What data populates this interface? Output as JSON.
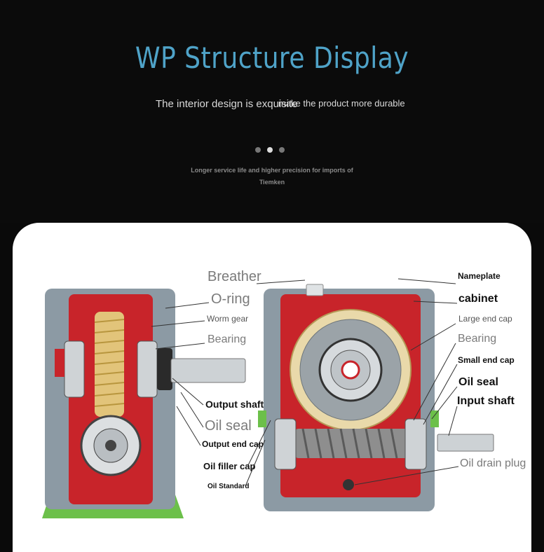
{
  "header": {
    "title": "WP Structure Display",
    "subtitle_left": "The interior design is exquisite",
    "subtitle_right": "make the product more durable",
    "tagline_line1": "Longer service life and higher precision for imports of",
    "tagline_line2": "Tiemken",
    "carousel_dots": 3,
    "active_dot": 1
  },
  "labels": {
    "breather": "Breather",
    "o_ring": "O-ring",
    "worm_gear": "Worm gear",
    "bearing_left": "Bearing",
    "output_shaft": "Output shaft",
    "oil_seal_left": "Oil seal",
    "output_end_cap": "Output end cap",
    "oil_filler_cap": "Oil filler cap",
    "oil_standard": "Oil Standard",
    "nameplate": "Nameplate",
    "cabinet": "cabinet",
    "large_end_cap": "Large end cap",
    "bearing_right": "Bearing",
    "small_end_cap": "Small end cap",
    "oil_seal_right": "Oil seal",
    "input_shaft": "Input shaft",
    "oil_drain_plug": "Oil drain plug"
  },
  "colors": {
    "accent_title": "#4fa3c8",
    "housing_red": "#c8242a",
    "housing_gray": "#8c9aa4",
    "base_green": "#6cc04a",
    "gear_gold": "#e2c47a"
  }
}
